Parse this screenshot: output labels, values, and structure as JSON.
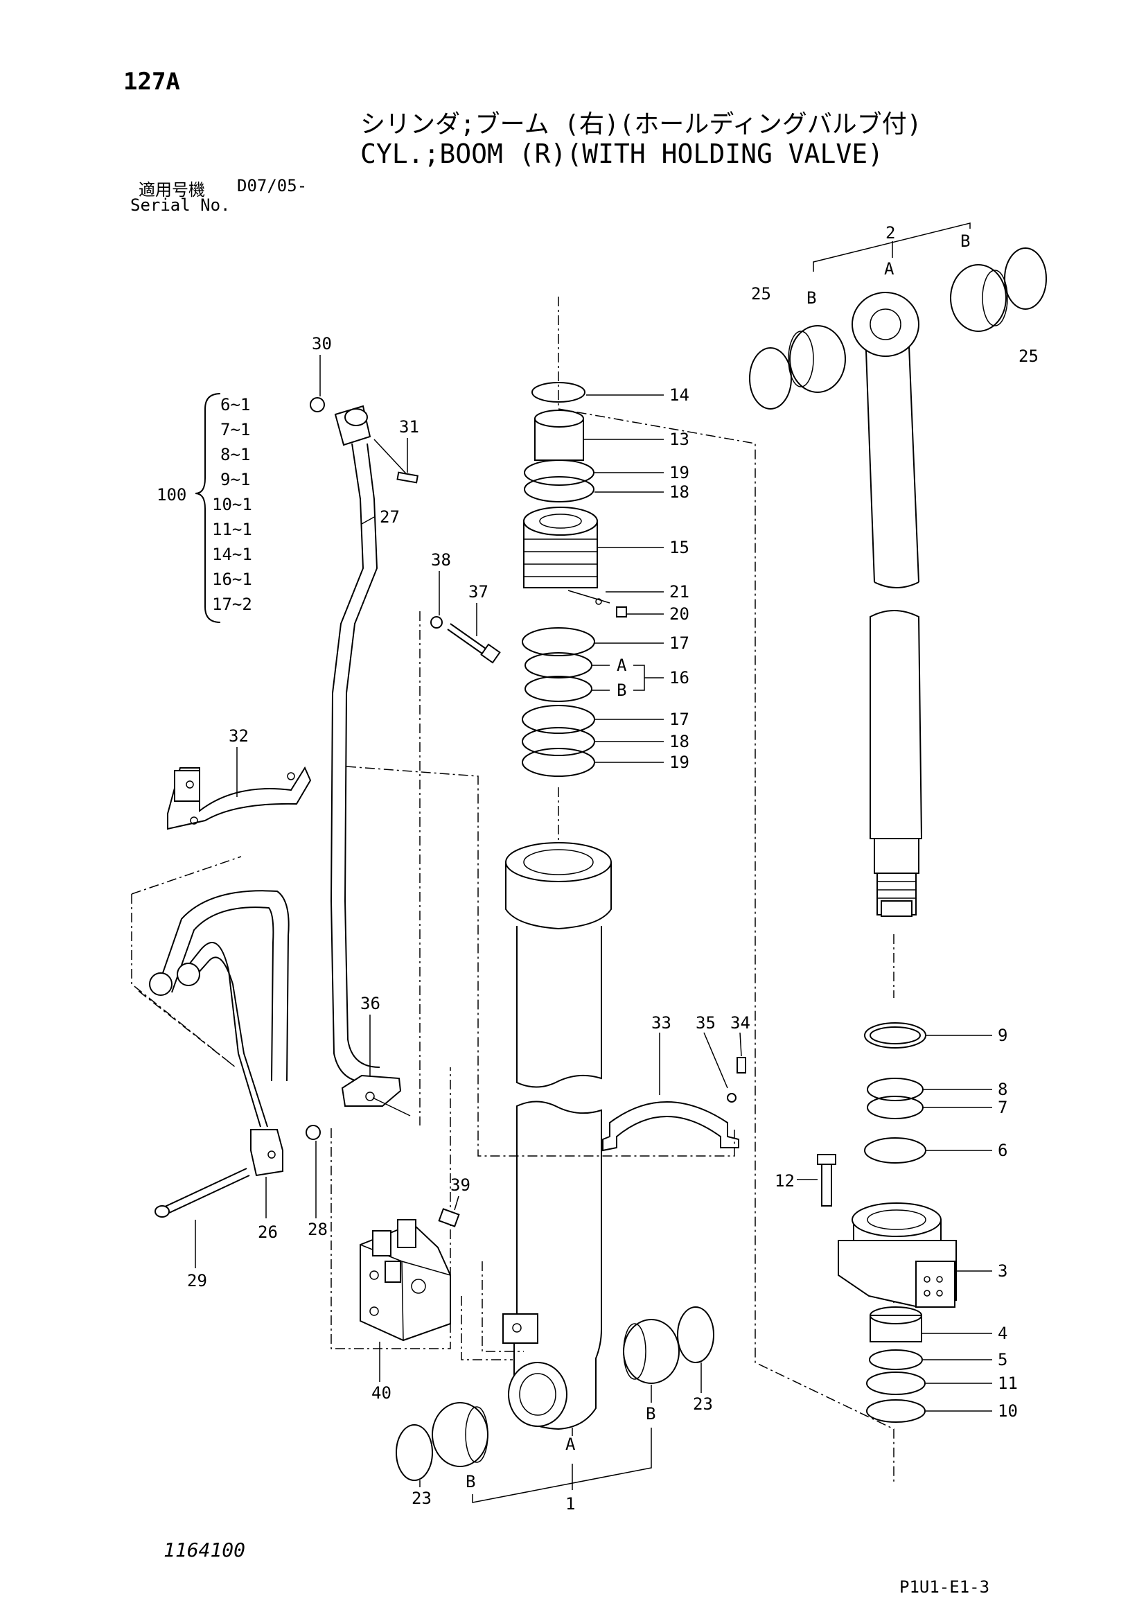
{
  "header": {
    "page_code": "127A",
    "title_jp": "シリンダ;ブーム (右)(ホールディングバルブ付)",
    "title_en": "CYL.;BOOM (R)(WITH HOLDING VALVE)",
    "serial_label_jp": "適用号機",
    "serial_range": "D07/05-",
    "serial_label_en": "Serial No."
  },
  "kit": {
    "number": "100",
    "items": [
      "6~1",
      "7~1",
      "8~1",
      "9~1",
      "10~1",
      "11~1",
      "14~1",
      "16~1",
      "17~2"
    ]
  },
  "callouts": {
    "c1": "1",
    "c2": "2",
    "c3": "3",
    "c4": "4",
    "c5": "5",
    "c6": "6",
    "c7": "7",
    "c8": "8",
    "c9": "9",
    "c10": "10",
    "c11": "11",
    "c12": "12",
    "c13": "13",
    "c14": "14",
    "c15": "15",
    "c16": "16",
    "c16a": "A",
    "c16b": "B",
    "c17a": "17",
    "c17b": "17",
    "c18a": "18",
    "c18b": "18",
    "c19a": "19",
    "c19b": "19",
    "c20": "20",
    "c21": "21",
    "c23a": "23",
    "c23b": "23",
    "c25a": "25",
    "c25b": "25",
    "c26": "26",
    "c27": "27",
    "c28": "28",
    "c29": "29",
    "c30": "30",
    "c31": "31",
    "c32": "32",
    "c33": "33",
    "c34": "34",
    "c35": "35",
    "c36": "36",
    "c37": "37",
    "c38": "38",
    "c39": "39",
    "c40": "40",
    "a_rod": "A",
    "b_rod_l": "B",
    "b_rod_r": "B",
    "a_tube": "A",
    "b_tube_l": "B",
    "b_tube_r": "B"
  },
  "footer": {
    "drawing_no": "1164100",
    "sheet_code": "P1U1-E1-3"
  }
}
